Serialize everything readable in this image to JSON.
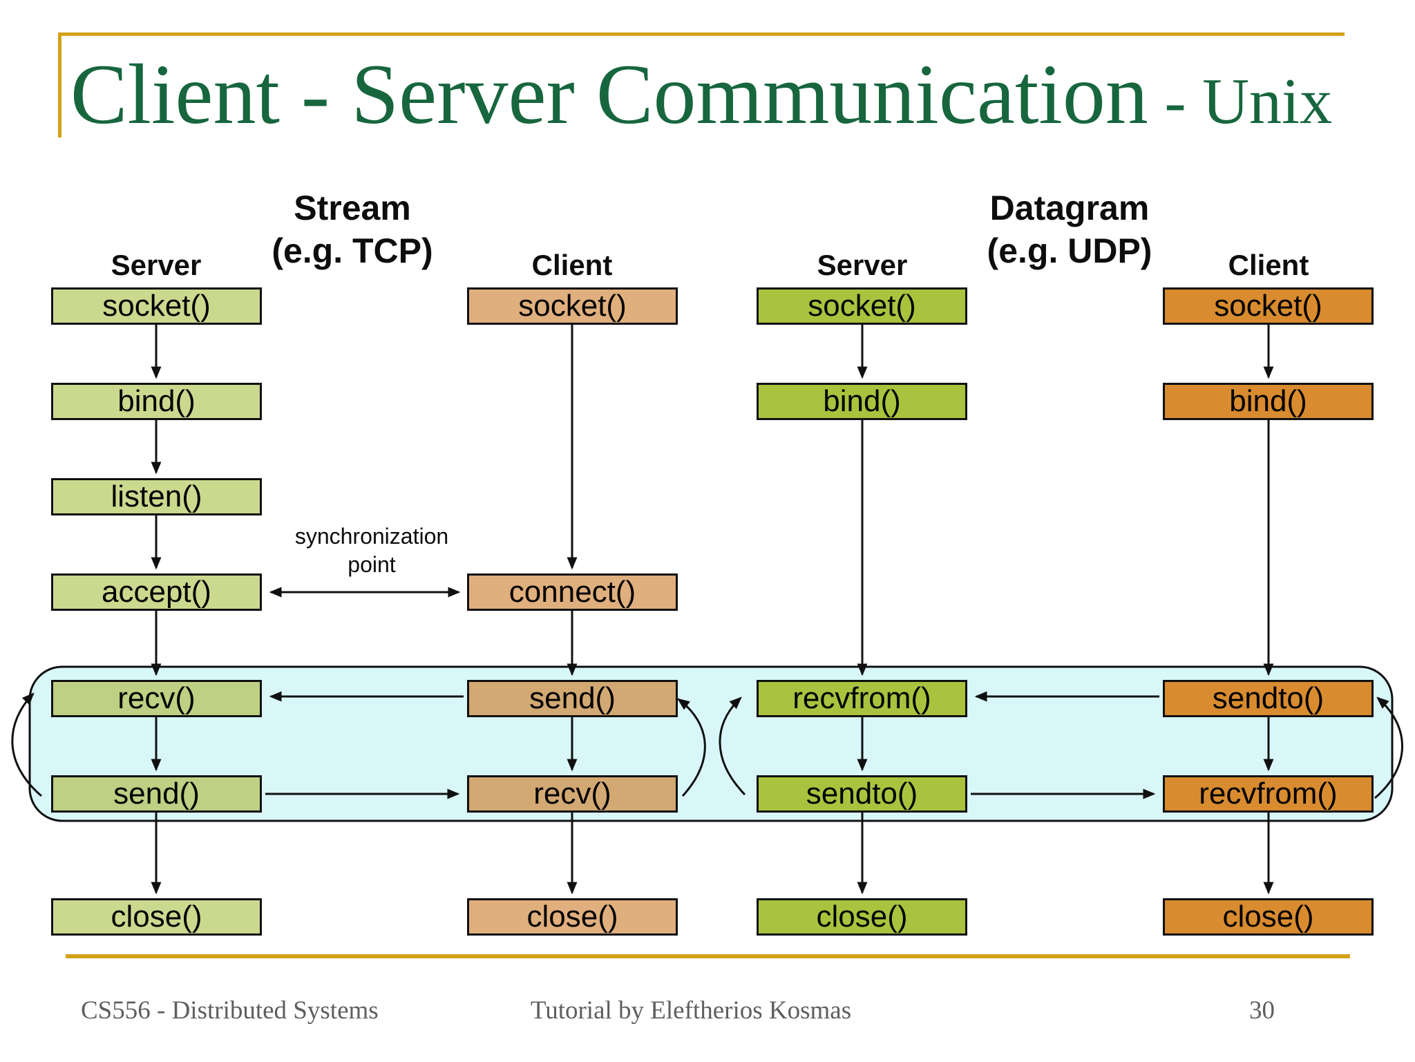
{
  "title": {
    "main": "Client - Server Communication",
    "suffix": " - Unix"
  },
  "groups": [
    {
      "line1": "Stream",
      "line2": "(e.g. TCP)"
    },
    {
      "line1": "Datagram",
      "line2": "(e.g. UDP)"
    }
  ],
  "columns": [
    {
      "group": "Stream",
      "role": "Server",
      "color": "#cbd98f",
      "color_band": "#bdd083",
      "boxes": [
        "socket()",
        "bind()",
        "listen()",
        "accept()",
        "recv()",
        "send()",
        "close()"
      ]
    },
    {
      "group": "Stream",
      "role": "Client",
      "color": "#e0af7e",
      "color_band": "#d2a873",
      "boxes": [
        "socket()",
        "connect()",
        "send()",
        "recv()",
        "close()"
      ]
    },
    {
      "group": "Datagram",
      "role": "Server",
      "color": "#a9c33e",
      "color_band": "#a9c33e",
      "boxes": [
        "socket()",
        "bind()",
        "recvfrom()",
        "sendto()",
        "close()"
      ]
    },
    {
      "group": "Datagram",
      "role": "Client",
      "color": "#d88b2f",
      "color_band": "#d88b2f",
      "boxes": [
        "socket()",
        "bind()",
        "sendto()",
        "recvfrom()",
        "close()"
      ]
    }
  ],
  "annotations": {
    "sync_line1": "synchronization",
    "sync_line2": "point"
  },
  "footer": {
    "left": "CS556 - Distributed Systems",
    "center": "Tutorial by Eleftherios Kosmas",
    "page": "30"
  },
  "colors": {
    "title_green": "#17663e",
    "gold_accent": "#d2a21a",
    "band_fill": "#d9f7f9",
    "line_black": "#101010",
    "footer_gray": "#5e5e5e"
  }
}
